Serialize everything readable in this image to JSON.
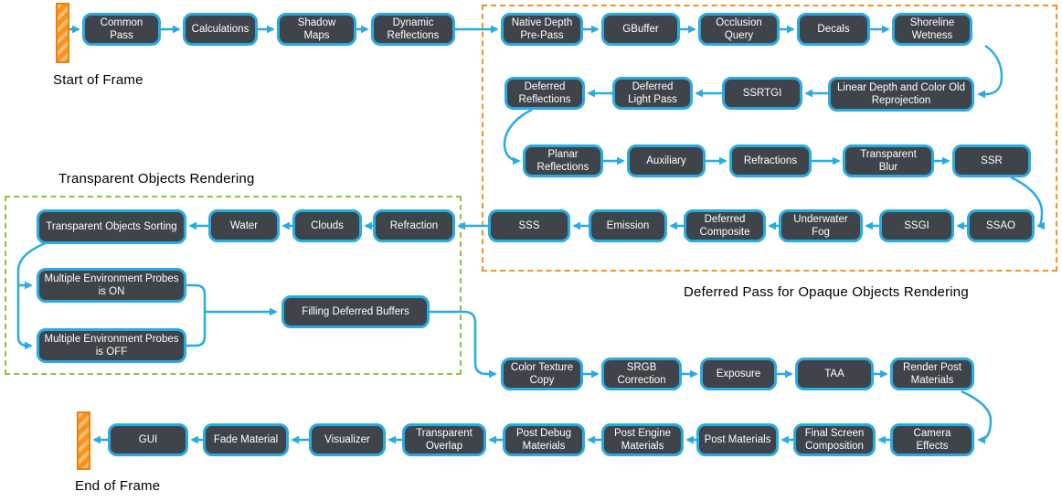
{
  "diagram": {
    "labels": {
      "start_of_frame": "Start of Frame",
      "end_of_frame": "End of Frame",
      "transparent_group": "Transparent Objects Rendering",
      "deferred_group": "Deferred Pass for Opaque Objects Rendering"
    },
    "nodes": {
      "common_pass": "Common Pass",
      "calculations": "Calculations",
      "shadow_maps": "Shadow Maps",
      "dynamic_reflections": "Dynamic Reflections",
      "native_depth_pre_pass": "Native Depth Pre-Pass",
      "gbuffer": "GBuffer",
      "occlusion_query": "Occlusion Query",
      "decals": "Decals",
      "shoreline_wetness": "Shoreline Wetness",
      "linear_depth": "Linear Depth and Color Old Reprojection",
      "ssrtgi": "SSRTGI",
      "deferred_light_pass": "Deferred Light Pass",
      "deferred_reflections": "Deferred Reflections",
      "planar_reflections": "Planar Reflections",
      "auxiliary": "Auxiliary",
      "refractions": "Refractions",
      "transparent_blur": "Transparent Blur",
      "ssr": "SSR",
      "ssao": "SSAO",
      "ssgi": "SSGI",
      "underwater_fog": "Underwater Fog",
      "deferred_composite": "Deferred Composite",
      "emission": "Emission",
      "sss": "SSS",
      "refraction": "Refraction",
      "clouds": "Clouds",
      "water": "Water",
      "transparent_objects_sorting": "Transparent Objects Sorting",
      "probes_on": "Multiple Environment Probes is ON",
      "probes_off": "Multiple Environment Probes is OFF",
      "filling_deferred_buffers": "Filling Deferred Buffers",
      "color_texture_copy": "Color Texture Copy",
      "srgb_correction": "SRGB Correction",
      "exposure": "Exposure",
      "taa": "TAA",
      "render_post_materials": "Render Post Materials",
      "camera_effects": "Camera Effects",
      "final_screen_composition": "Final Screen Composition",
      "post_materials": "Post Materials",
      "post_engine_materials": "Post Engine Materials",
      "post_debug_materials": "Post Debug Materials",
      "transparent_overlap": "Transparent Overlap",
      "visualizer": "Visualizer",
      "fade_material": "Fade Material",
      "gui": "GUI"
    },
    "colors": {
      "node_fill": "#3E4449",
      "node_border": "#29ABE2",
      "arrow": "#29ABE2",
      "opaque_group_border": "#F7931E",
      "transparent_group_border": "#8CC63F",
      "marker_fill": "#F7931E"
    }
  }
}
